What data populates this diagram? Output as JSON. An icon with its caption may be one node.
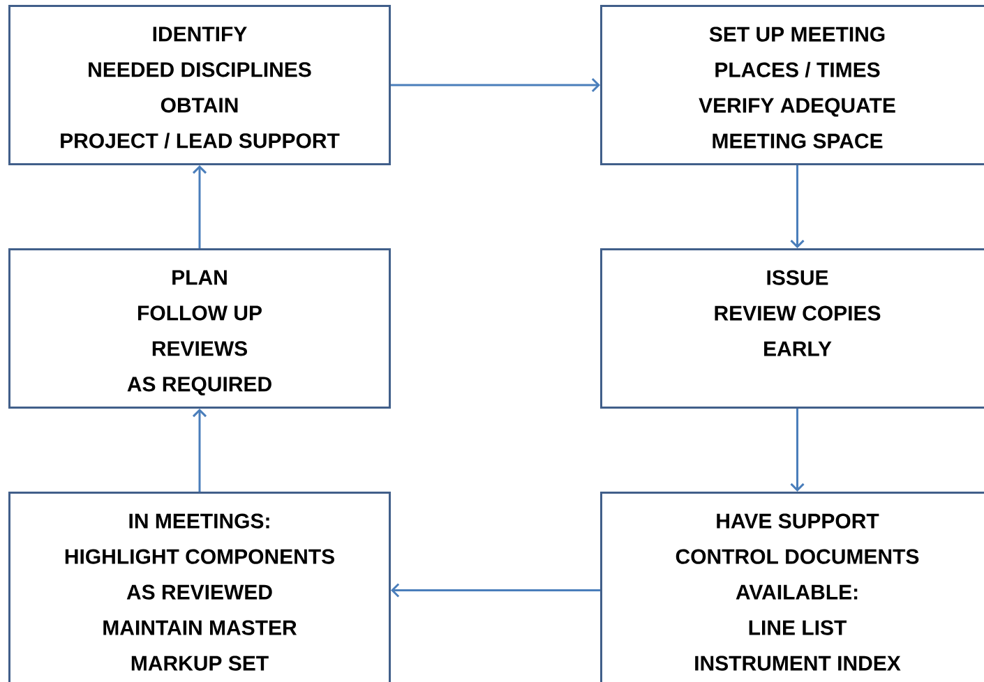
{
  "diagram": {
    "nodes": [
      {
        "text": [
          "IDENTIFY",
          "NEEDED DISCIPLINES",
          "OBTAIN",
          "PROJECT / LEAD SUPPORT"
        ]
      },
      {
        "text": [
          "SET UP MEETING",
          "PLACES / TIMES",
          "VERIFY ADEQUATE",
          "MEETING SPACE"
        ]
      },
      {
        "text": [
          "PLAN",
          "FOLLOW UP",
          "REVIEWS",
          "AS REQUIRED"
        ]
      },
      {
        "text": [
          "ISSUE",
          "REVIEW COPIES",
          "EARLY"
        ]
      },
      {
        "text": [
          "IN MEETINGS:",
          "HIGHLIGHT COMPONENTS",
          "AS REVIEWED",
          "MAINTAIN MASTER",
          "MARKUP SET"
        ]
      },
      {
        "text": [
          "HAVE SUPPORT",
          "CONTROL DOCUMENTS",
          "AVAILABLE:",
          "LINE LIST",
          "INSTRUMENT INDEX"
        ]
      }
    ],
    "edges": [
      {
        "from": 0,
        "to": 1,
        "arrow": "to"
      },
      {
        "from": 1,
        "to": 3,
        "arrow": "to"
      },
      {
        "from": 3,
        "to": 5,
        "arrow": "to"
      },
      {
        "from": 5,
        "to": 4,
        "arrow": "to"
      },
      {
        "from": 4,
        "to": 2,
        "arrow": "to"
      },
      {
        "from": 2,
        "to": 0,
        "arrow": "to"
      }
    ]
  }
}
